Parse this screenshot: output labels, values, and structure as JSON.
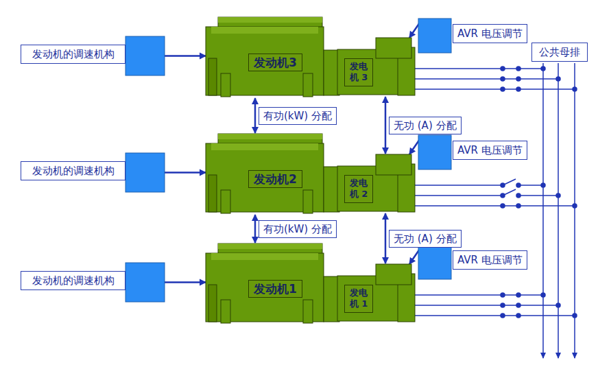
{
  "diagram": {
    "nodes": [
      {
        "text": [
          "发动机的调速机构"
        ]
      },
      {
        "text": [
          "发动机3"
        ]
      },
      {
        "text": [
          "发电机 3"
        ]
      },
      {
        "text": [
          "AVR 电压调节"
        ]
      },
      {
        "text": [
          "公共母排"
        ]
      },
      {
        "text": [
          "发动机的调速机构"
        ]
      },
      {
        "text": [
          "发动机2"
        ]
      },
      {
        "text": [
          "发电机 2"
        ]
      },
      {
        "text": [
          "AVR 电压调节"
        ]
      },
      {
        "text": [
          "发动机的调速机构"
        ]
      },
      {
        "text": [
          "发动机1"
        ]
      },
      {
        "text": [
          "发电机 1"
        ]
      },
      {
        "text": [
          "AVR 电压调节"
        ]
      }
    ],
    "edges": [
      {
        "from": 0,
        "to": 1,
        "arrow": "to"
      },
      {
        "from": 3,
        "to": 2,
        "arrow": "to"
      },
      {
        "from": 1,
        "to": 6,
        "label": "有功(kW) 分配",
        "arrow": "both"
      },
      {
        "from": 2,
        "to": 7,
        "label": "无功 (A) 分配",
        "arrow": "both"
      },
      {
        "from": 5,
        "to": 6,
        "arrow": "to"
      },
      {
        "from": 8,
        "to": 7,
        "arrow": "to"
      },
      {
        "from": 6,
        "to": 10,
        "label": "有功(kW) 分配",
        "arrow": "both"
      },
      {
        "from": 7,
        "to": 11,
        "label": "无功 (A) 分配",
        "arrow": "both"
      },
      {
        "from": 9,
        "to": 10,
        "arrow": "to"
      },
      {
        "from": 12,
        "to": 11,
        "arrow": "to"
      }
    ]
  }
}
